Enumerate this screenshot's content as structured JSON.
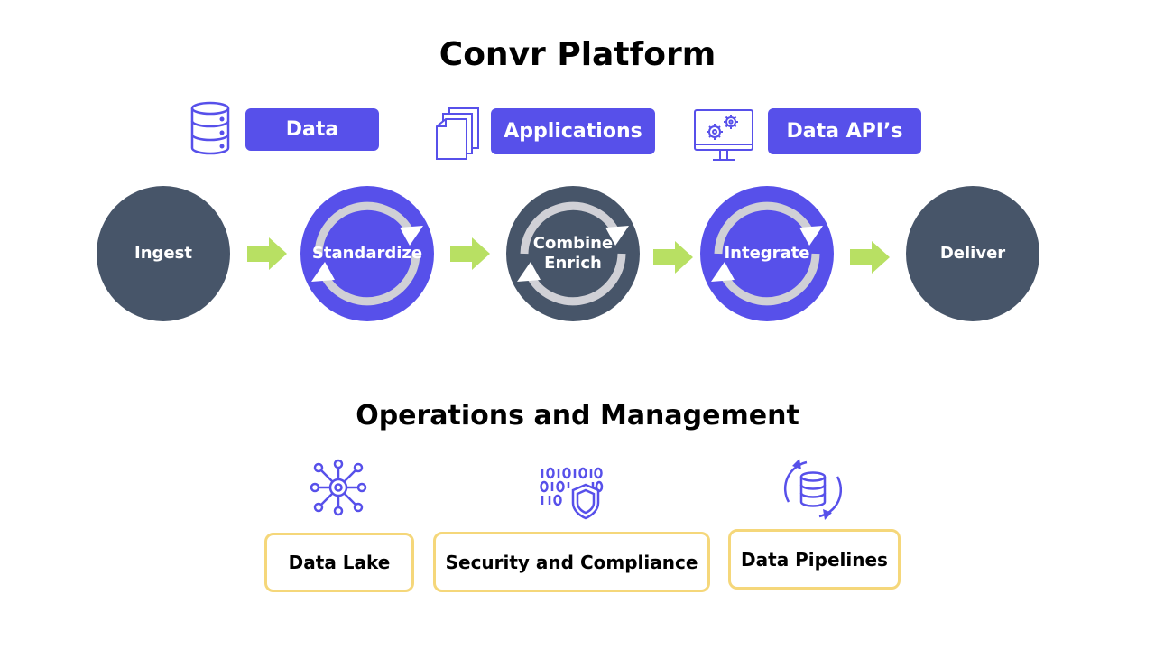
{
  "title": "Convr Platform",
  "categories": [
    {
      "label": "Data",
      "icon": "database-icon"
    },
    {
      "label": "Applications",
      "icon": "documents-icon"
    },
    {
      "label": "Data API’s",
      "icon": "monitor-gears-icon"
    }
  ],
  "stages": [
    {
      "label": "Ingest"
    },
    {
      "label": "Standardize"
    },
    {
      "label": "Combine\nEnrich"
    },
    {
      "label": "Integrate"
    },
    {
      "label": "Deliver"
    }
  ],
  "operations": {
    "title": "Operations and Management",
    "items": [
      {
        "label": "Data Lake",
        "icon": "network-hub-icon"
      },
      {
        "label": "Security and Compliance",
        "icon": "binary-shield-icon"
      },
      {
        "label": "Data Pipelines",
        "icon": "database-cycle-icon"
      }
    ]
  },
  "colors": {
    "accent": "#5750ea",
    "dark": "#475569",
    "arrow": "#b8e063",
    "box_border": "#f5d77a"
  }
}
